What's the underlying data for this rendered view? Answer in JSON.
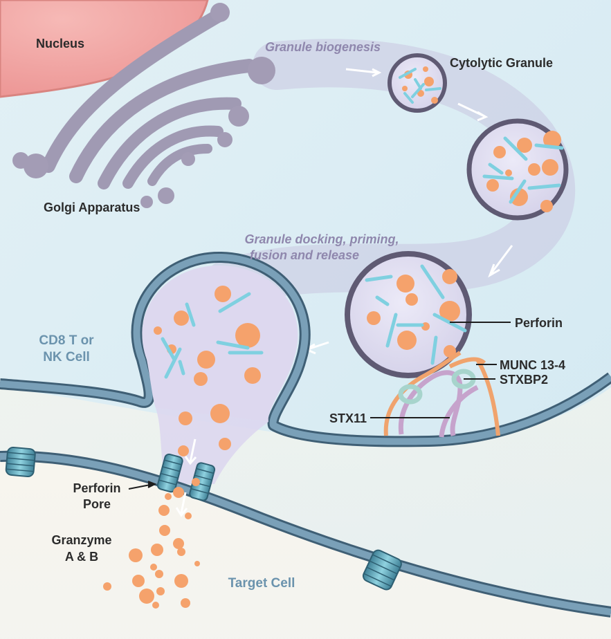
{
  "labels": {
    "nucleus": "Nucleus",
    "golgi": "Golgi Apparatus",
    "granule_biogenesis": "Granule biogenesis",
    "cytolytic_granule": "Cytolytic Granule",
    "docking_line1": "Granule docking, priming,",
    "docking_line2": "fusion and release",
    "perforin": "Perforin",
    "munc": "MUNC 13-4",
    "stxbp2": "STXBP2",
    "stx11": "STX11",
    "cell_line1": "CD8 T or",
    "cell_line2": "NK Cell",
    "pore_line1": "Perforin",
    "pore_line2": "Pore",
    "granzyme_line1": "Granzyme",
    "granzyme_line2": "A & B",
    "target_cell": "Target Cell"
  },
  "colors": {
    "cytoplasm": "#dcedf4",
    "nucleus": "#f2a3a3",
    "golgi": "#a39cb5",
    "granule_fill": "#e4e2f2",
    "granule_border": "#5f5a73",
    "granzyme": "#f5a26c",
    "perforin_rod": "#7fd0e0",
    "membrane": "#6d95ad",
    "target_cell": "#fdf8ec",
    "munc": "#f0a36d",
    "stxbp2": "#a7d4cc",
    "stx11": "#c6a3cc"
  }
}
